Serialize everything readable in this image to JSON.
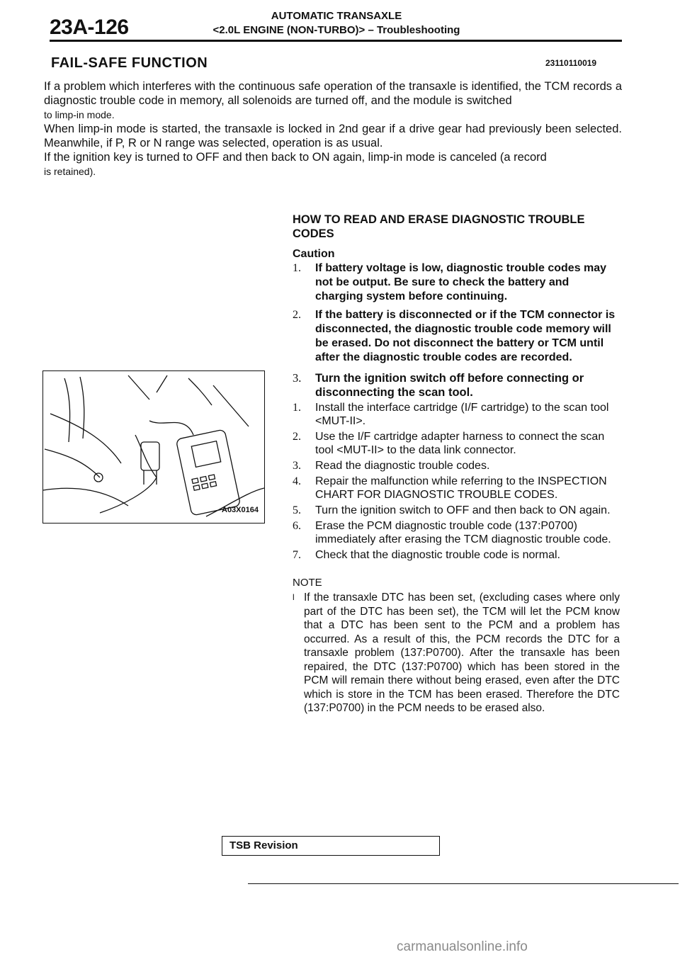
{
  "header": {
    "page_number": "23A-126",
    "title": "AUTOMATIC TRANSAXLE",
    "subtitle": "<2.0L ENGINE (NON-TURBO)> – Troubleshooting"
  },
  "section": {
    "title": "FAIL-SAFE FUNCTION",
    "code": "23110110019"
  },
  "intro": [
    "If a problem which interferes with the continuous safe operation of the transaxle is identified, the TCM records a diagnostic trouble code in memory, all solenoids are turned off, and the module is switched",
    "to limp-in mode.",
    "When limp-in mode is started, the transaxle is locked in 2nd gear if a drive gear had previously been selected. Meanwhile, if P, R or N range was selected, operation is as usual.",
    "If the ignition key is turned to OFF and then back to ON again, limp-in mode is canceled (a record",
    "is retained)."
  ],
  "read_erase": {
    "heading_line1": "HOW TO READ AND ERASE DIAGNOSTIC TROUBLE",
    "heading_line2": "CODES",
    "caution_label": "Caution",
    "cautions": [
      {
        "num": "1.",
        "text": "If battery voltage is low, diagnostic trouble codes may not be output. Be sure to check the battery and charging system before continuing."
      },
      {
        "num": "2.",
        "text": "If the battery is disconnected or if the TCM connector is disconnected, the diagnostic trouble code memory will be erased. Do not disconnect the battery or TCM until after the diagnostic trouble codes are recorded."
      },
      {
        "num": "3.",
        "text": "Turn the ignition switch off before connecting or disconnecting the scan tool."
      }
    ],
    "steps": [
      {
        "num": "1.",
        "text": "Install the interface cartridge (I/F cartridge) to the scan tool <MUT-II>."
      },
      {
        "num": "2.",
        "text": "Use the I/F cartridge adapter harness to connect the scan tool <MUT-II> to the data link connector."
      },
      {
        "num": "3.",
        "text": "Read the diagnostic trouble codes."
      },
      {
        "num": "4.",
        "text": "Repair the malfunction while referring to the INSPECTION CHART FOR DIAGNOSTIC TROUBLE CODES."
      },
      {
        "num": "5.",
        "text": "Turn the ignition switch to OFF and then back to ON again."
      },
      {
        "num": "6.",
        "text": "Erase the PCM diagnostic trouble code (137:P0700) immediately after erasing the TCM diagnostic trouble code."
      },
      {
        "num": "7.",
        "text": "Check that the diagnostic trouble code is normal."
      }
    ],
    "note_label": "NOTE",
    "note_bullet": "l",
    "note_text": "If the transaxle DTC has been set, (excluding cases where only part of the DTC has been set), the TCM will let the PCM know that a DTC has been sent to the PCM and a problem has occurred. As a result of this, the PCM records the DTC for a transaxle problem (137:P0700). After the transaxle has been repaired, the DTC (137:P0700) which has been stored in the PCM will remain there without being erased, even after the DTC which is store in the TCM has been erased. Therefore the DTC (137:P0700) in the PCM needs to be erased also."
  },
  "figure": {
    "code": "A03X0164"
  },
  "footer": {
    "tsb_label": "TSB Revision",
    "watermark": "carmanualsonline.info"
  }
}
